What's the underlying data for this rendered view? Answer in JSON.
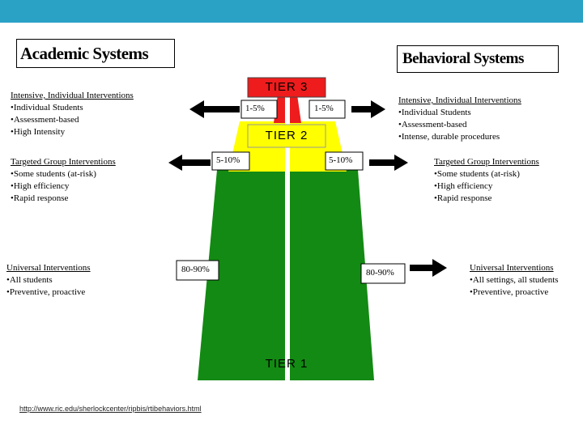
{
  "colors": {
    "topbar": "#2aa2c6",
    "tier1": "#138a13",
    "tier2": "#ffff00",
    "tier3": "#ee1c1c",
    "divider": "#ffffff"
  },
  "academic": {
    "title": "Academic Systems",
    "intensive": {
      "heading": "Intensive, Individual Interventions",
      "items": [
        "•Individual Students",
        "•Assessment-based",
        "•High Intensity"
      ]
    },
    "targeted": {
      "heading": "Targeted Group Interventions",
      "items": [
        "•Some students (at-risk)",
        "•High efficiency",
        "•Rapid response"
      ]
    },
    "universal": {
      "heading": "Universal Interventions",
      "items": [
        "•All students",
        "•Preventive,  proactive"
      ]
    },
    "pct_tier3": "1-5%",
    "pct_tier2": "5-10%",
    "pct_tier1": "80-90%"
  },
  "behavioral": {
    "title": "Behavioral Systems",
    "intensive": {
      "heading": "Intensive, Individual Interventions",
      "items": [
        "•Individual Students",
        "•Assessment-based",
        "•Intense, durable procedures"
      ]
    },
    "targeted": {
      "heading": "Targeted Group Interventions",
      "items": [
        "•Some students (at-risk)",
        "•High efficiency",
        "•Rapid response"
      ]
    },
    "universal": {
      "heading": "Universal Interventions",
      "items": [
        "•All settings,  all students",
        "•Preventive,  proactive"
      ]
    },
    "pct_tier3": "1-5%",
    "pct_tier2": "5-10%",
    "pct_tier1": "80-90%"
  },
  "tiers": {
    "tier3": "TIER 3",
    "tier2": "TIER 2",
    "tier1": "TIER 1"
  },
  "source_url": "http://www.ric.edu/sherlockcenter/ripbis/rtibehaviors.html"
}
